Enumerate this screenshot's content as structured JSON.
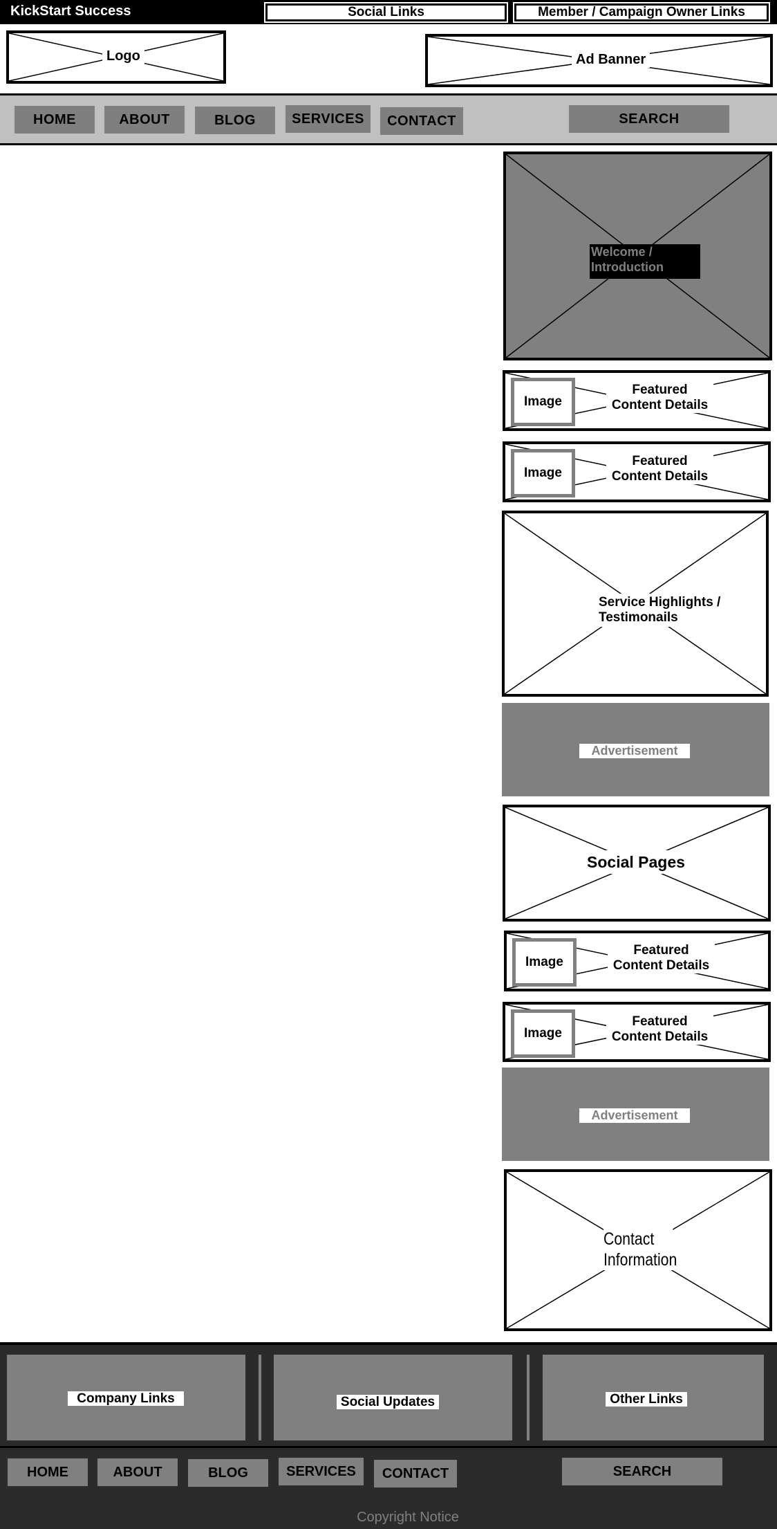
{
  "topbar": {
    "site_title": "KickStart Success",
    "social_links": "Social Links",
    "member_links": "Member / Campaign Owner Links"
  },
  "header": {
    "logo": "Logo",
    "ad_banner": "Ad Banner"
  },
  "nav": {
    "items": [
      "HOME",
      "ABOUT",
      "BLOG",
      "SERVICES",
      "CONTACT"
    ],
    "search": "SEARCH"
  },
  "sidebar": {
    "welcome": "Welcome / Introduction",
    "featured_image": "Image",
    "featured_details": "Featured Content Details",
    "service_highlights": "Service Highlights / Testimonails",
    "advertisement": "Advertisement",
    "social_pages": "Social Pages",
    "contact_information": "Contact Information"
  },
  "footer": {
    "company_links": "Company Links",
    "social_updates": "Social Updates",
    "other_links": "Other Links",
    "nav_items": [
      "HOME",
      "ABOUT",
      "BLOG",
      "SERVICES",
      "CONTACT"
    ],
    "search": "SEARCH",
    "copyright": "Copyright Notice"
  },
  "colors": {
    "dark": "#000000",
    "gray": "#808080",
    "light_gray": "#c0c0c0",
    "footer_bg": "#2b2b2b"
  }
}
